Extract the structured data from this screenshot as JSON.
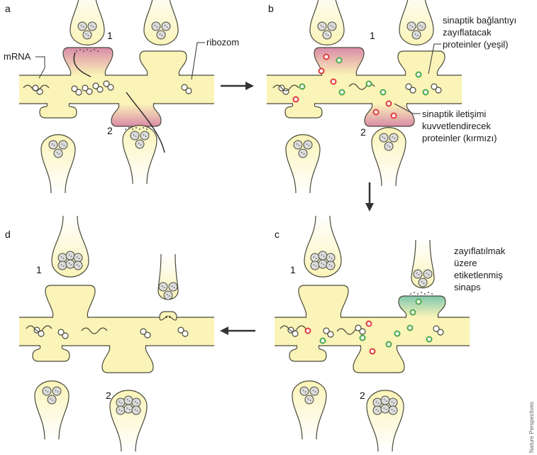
{
  "panels": {
    "a": {
      "letter": "a",
      "synapse_top": "1",
      "synapse_bottom": "2",
      "label_mrna": "mRNA",
      "label_ribosome": "ribozom"
    },
    "b": {
      "letter": "b",
      "synapse_top": "1",
      "synapse_bottom": "2",
      "label_green": [
        "sinaptik bağlantıyı",
        "zayıflatacak",
        "proteinler (yeşil)"
      ],
      "label_red": [
        "sinaptik iletişimi",
        "kuvvetlendirecek",
        "proteinler (kırmızı)"
      ]
    },
    "c": {
      "letter": "c",
      "synapse_top": "1",
      "synapse_bottom": "2",
      "label_tagged": [
        "zayıflatılmak",
        "üzere",
        "etiketlenmiş",
        "sinaps"
      ]
    },
    "d": {
      "letter": "d",
      "synapse_top": "1",
      "synapse_bottom": "2"
    }
  },
  "credit": "Nature Perspectives",
  "colors": {
    "dendrite_fill": "#fbf4b8",
    "outline": "#4a4a3a",
    "potentiated_pink": "#d98aa8",
    "tagged_teal": "#7fc7ad",
    "protein_red": "#e03a3a",
    "protein_green": "#4aa84a",
    "vesicle": "#dcdcdc"
  },
  "arrows": [
    "right",
    "down",
    "left"
  ]
}
